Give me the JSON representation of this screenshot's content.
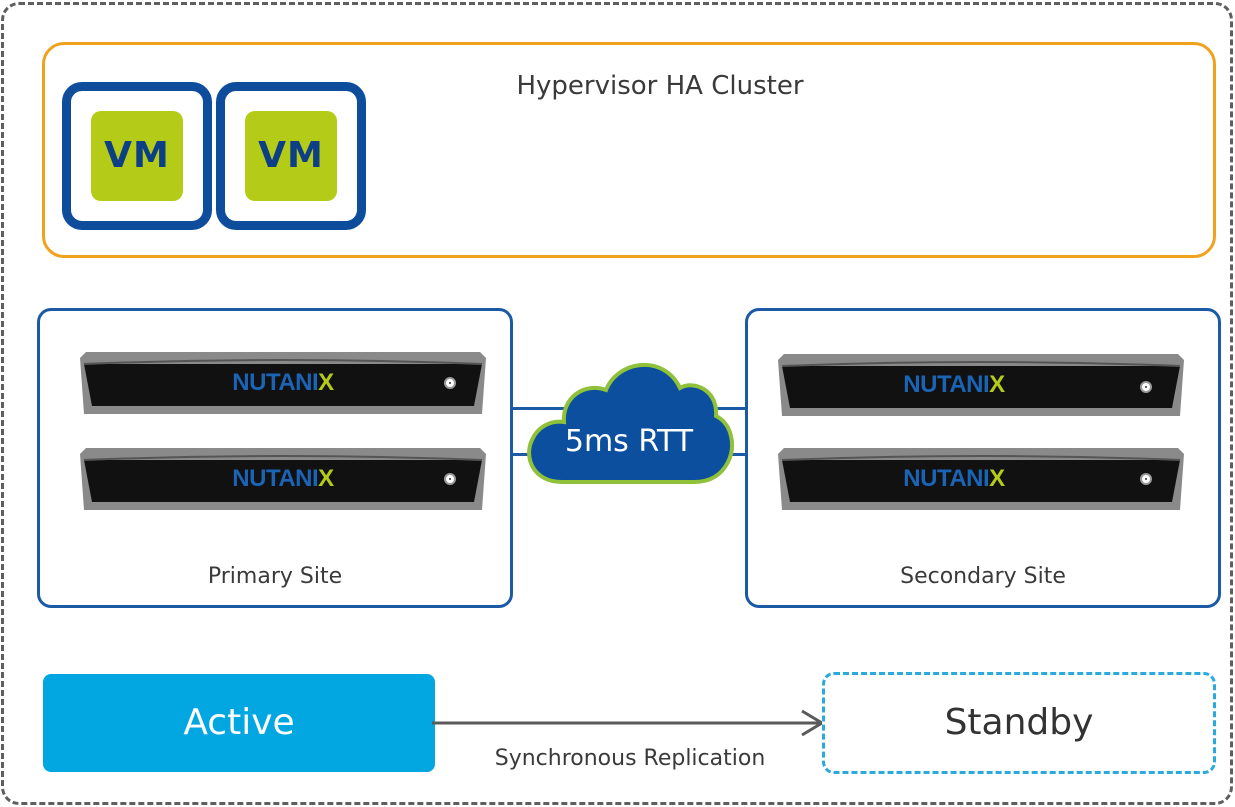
{
  "cluster": {
    "title": "Hypervisor HA Cluster"
  },
  "vms": [
    {
      "label": "VM"
    },
    {
      "label": "VM"
    }
  ],
  "primary_site": {
    "label": "Primary Site",
    "servers": [
      {
        "brand": "NUTANI",
        "brand_x": "X"
      },
      {
        "brand": "NUTANI",
        "brand_x": "X"
      }
    ]
  },
  "secondary_site": {
    "label": "Secondary Site",
    "servers": [
      {
        "brand": "NUTANI",
        "brand_x": "X"
      },
      {
        "brand": "NUTANI",
        "brand_x": "X"
      }
    ]
  },
  "link": {
    "label": "5ms RTT"
  },
  "active": {
    "label": "Active"
  },
  "standby": {
    "label": "Standby"
  },
  "replication": {
    "label": "Synchronous Replication"
  },
  "colors": {
    "cluster_border": "#f0a21e",
    "vm_frame": "#0d4d9c",
    "vm_tile": "#b4cc18",
    "site_border": "#1c5aa6",
    "cloud_fill": "#0c4f9e",
    "cloud_outline": "#8fc23a",
    "active_fill": "#02a7e2",
    "standby_border": "#2aa9de"
  }
}
